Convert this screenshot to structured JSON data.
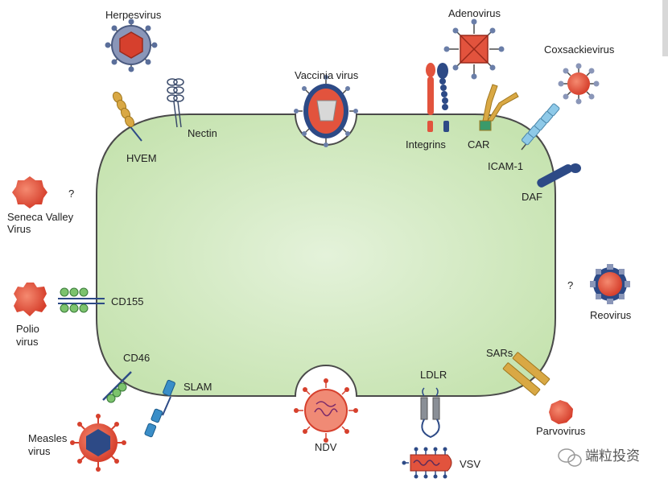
{
  "labels": {
    "herpesvirus": "Herpesvirus",
    "adenovirus": "Adenovirus",
    "coxsackievirus": "Coxsackievirus",
    "vaccinia": "Vaccinia virus",
    "hvem": "HVEM",
    "nectin": "Nectin",
    "integrins": "Integrins",
    "car": "CAR",
    "icam1": "ICAM-1",
    "daf": "DAF",
    "seneca_line1": "Seneca Valley",
    "seneca_line2": "Virus",
    "seneca_q": "?",
    "cd155": "CD155",
    "polio_line1": "Polio",
    "polio_line2": "virus",
    "reovirus": "Reovirus",
    "reovirus_q": "?",
    "cd46": "CD46",
    "slam": "SLAM",
    "ldlr": "LDLR",
    "sars": "SARs",
    "parvovirus": "Parvovirus",
    "measles_line1": "Measles",
    "measles_line2": "virus",
    "ndv": "NDV",
    "vsv": "VSV",
    "watermark": "端粒投资"
  },
  "colors": {
    "cell_fill": "#c6e3b0",
    "cell_stroke": "#4a4a4a",
    "virus_red": "#e2533d",
    "virus_navy": "#2d4a86",
    "gold": "#d9a844",
    "light_blue": "#8ec9e8",
    "receptor_green": "#7cc36d"
  }
}
